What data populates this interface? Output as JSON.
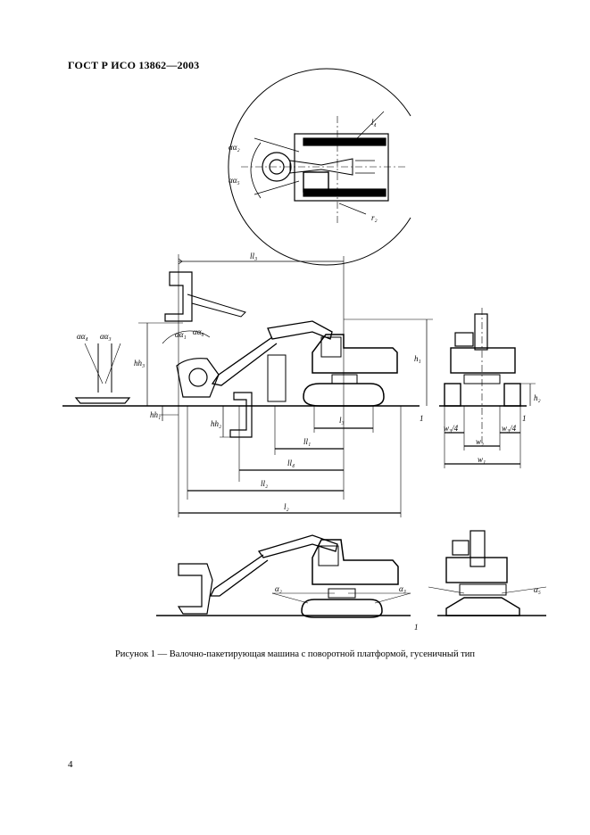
{
  "header": {
    "title": "ГОСТ Р ИСО 13862—2003"
  },
  "caption": {
    "text": "Рисунок 1 — Валочно-пакетирующая машина с поворотной платформой, гусеничный тип"
  },
  "page": {
    "number": "4"
  },
  "labels": {
    "top_view": {
      "aa2": "αα₂",
      "aa5": "αα₅",
      "l4": "l₄",
      "r2": "r₂"
    },
    "side_view": {
      "ll3": "ll₃",
      "aa4": "αα₄",
      "aa3": "αα₃",
      "aa1": "αα₁",
      "aa6": "αα₆",
      "hh3": "hh₃",
      "hh1": "hh₁",
      "hh2": "hh₂",
      "h1": "h₁",
      "l3": "l₃",
      "ll1": "ll₁",
      "ll4": "ll₄",
      "ll2": "ll₂",
      "l2": "l₂",
      "ref1": "1"
    },
    "front_view": {
      "h2": "h₂",
      "w34a": "w₃/4",
      "w34b": "w₃/4",
      "w2": "w₂",
      "w1": "w₁",
      "ref1": "1"
    },
    "slope_view": {
      "a2": "α₂",
      "a3": "α₃",
      "a5": "α₅",
      "ref1": "1"
    }
  }
}
